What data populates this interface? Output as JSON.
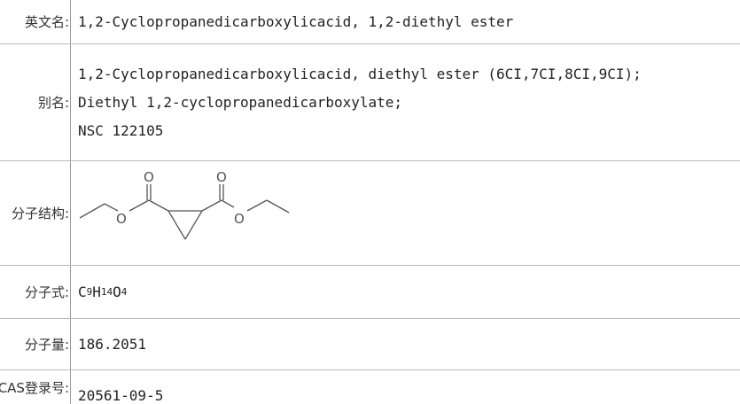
{
  "rows": {
    "english_name": {
      "label": "英文名:",
      "value": "1,2-Cyclopropanedicarboxylicacid, 1,2-diethyl ester"
    },
    "aliases": {
      "label": "别名:",
      "values": [
        "1,2-Cyclopropanedicarboxylicacid, diethyl ester (6CI,7CI,8CI,9CI);",
        "Diethyl 1,2-cyclopropanedicarboxylate;",
        "NSC 122105"
      ]
    },
    "structure": {
      "label": "分子结构:",
      "atom_o_left": "O",
      "atom_o_right": "O",
      "atom_o_carbonyl_left": "O",
      "atom_o_carbonyl_right": "O"
    },
    "formula": {
      "label": "分子式:",
      "c": "C",
      "c_count": "9",
      "h": "H",
      "h_count": "14",
      "o": "O",
      "o_count": "4"
    },
    "mol_weight": {
      "label": "分子量:",
      "value": "186.2051"
    },
    "cas": {
      "label": "CAS登录号:",
      "value": "20561-09-5"
    }
  }
}
